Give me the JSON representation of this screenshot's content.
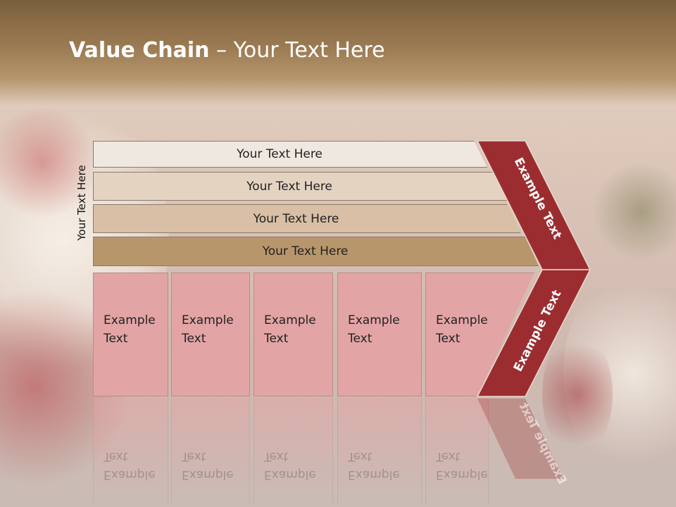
{
  "slide": {
    "title_bold": "Value Chain",
    "title_rest": " – Your Text Here",
    "vertical_label": "Your Text Here"
  },
  "support_bars": [
    {
      "label": "Your Text Here"
    },
    {
      "label": "Your Text Here"
    },
    {
      "label": "Your Text Here"
    },
    {
      "label": "Your Text Here"
    }
  ],
  "primary_activities": [
    {
      "label": "Example Text"
    },
    {
      "label": "Example Text"
    },
    {
      "label": "Example Text"
    },
    {
      "label": "Example Text"
    },
    {
      "label": "Example Text"
    }
  ],
  "chevron": {
    "top_label": "Example Text",
    "bottom_label": "Example Text"
  },
  "colors": {
    "chevron": "#9b2d30",
    "activity_fill": "#e3a4a5",
    "bar_1": "#efe8e0",
    "bar_2": "#e5d3c2",
    "bar_3": "#d8bfa5",
    "bar_4": "#b8966c"
  }
}
